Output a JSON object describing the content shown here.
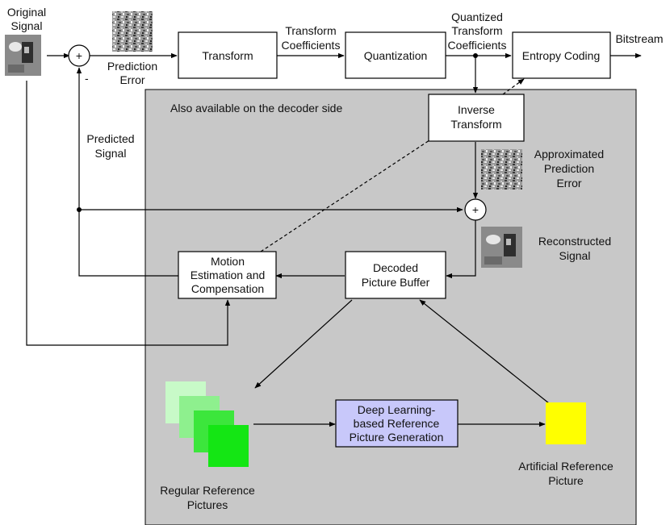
{
  "labels": {
    "original_signal": [
      "Original",
      "Signal"
    ],
    "prediction_error": [
      "Prediction",
      "Error"
    ],
    "transform_coefficients": [
      "Transform",
      "Coefficients"
    ],
    "quantized_transform_coefficients": [
      "Quantized",
      "Transform",
      "Coefficients"
    ],
    "bitstream": "Bitstream",
    "decoder_side": "Also available on the decoder side",
    "predicted_signal": [
      "Predicted",
      "Signal"
    ],
    "approximated_prediction_error": [
      "Approximated",
      "Prediction",
      "Error"
    ],
    "reconstructed_signal": [
      "Reconstructed",
      "Signal"
    ],
    "regular_reference_pictures": [
      "Regular Reference",
      "Pictures"
    ],
    "artificial_reference_picture": [
      "Artificial Reference",
      "Picture"
    ],
    "minus_sign": "-",
    "plus_sign": "+"
  },
  "boxes": {
    "transform": "Transform",
    "quantization": "Quantization",
    "entropy_coding": "Entropy Coding",
    "inverse_transform": [
      "Inverse",
      "Transform"
    ],
    "motion_estimation": [
      "Motion",
      "Estimation and",
      "Compensation"
    ],
    "decoded_picture_buffer": [
      "Decoded",
      "Picture Buffer"
    ],
    "deep_learning": [
      "Deep Learning-",
      "based Reference",
      "Picture Generation"
    ]
  },
  "colors": {
    "decoder_region": "#c8c8c8",
    "deep_learning_box": "#c8c8fa",
    "artificial_picture": "#ffff00",
    "ref_pictures": [
      "#c8fac8",
      "#8ef08e",
      "#3ce63c",
      "#14e614"
    ]
  }
}
